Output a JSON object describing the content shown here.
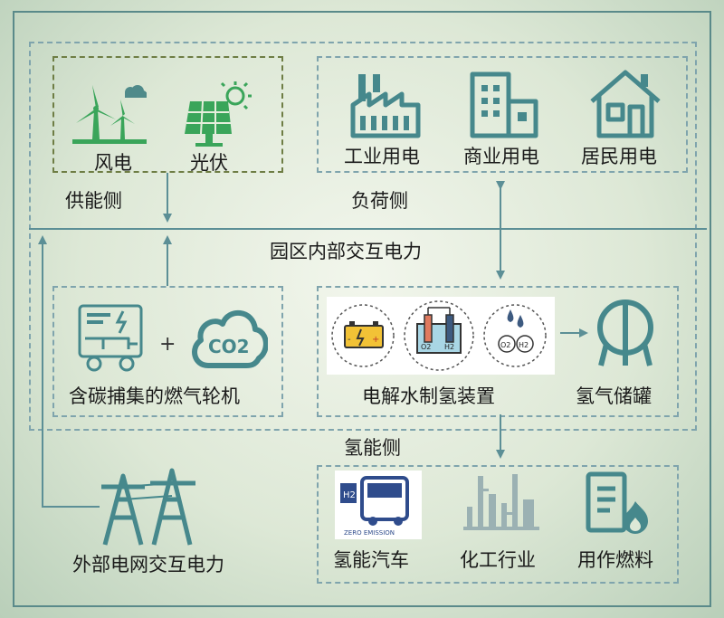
{
  "supply_side": {
    "label": "供能侧",
    "wind_label": "风电",
    "solar_label": "光伏"
  },
  "load_side": {
    "label": "负荷侧",
    "industrial_label": "工业用电",
    "commercial_label": "商业用电",
    "residential_label": "居民用电"
  },
  "park_power_label": "园区内部交互电力",
  "turbine": {
    "label": "含碳捕集的燃气轮机",
    "plus": "+",
    "co2_text": "CO2"
  },
  "electrolysis": {
    "label": "电解水制氢装置",
    "o2_text": "O2",
    "h2_text": "H2"
  },
  "storage_label": "氢气储罐",
  "hydrogen_side": {
    "label": "氢能侧",
    "vehicle_label": "氢能汽车",
    "chemical_label": "化工行业",
    "fuel_label": "用作燃料",
    "bus_h2_text": "H2",
    "zero_emission_text": "ZERO EMISSION"
  },
  "grid_label": "外部电网交互电力",
  "colors": {
    "icon_green": "#3aa55a",
    "icon_teal": "#46888c",
    "line": "#5c8f96",
    "olive_dash": "#6e7d44"
  }
}
